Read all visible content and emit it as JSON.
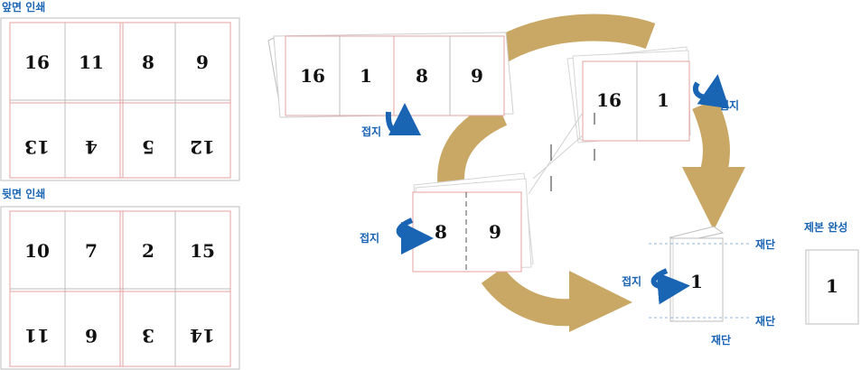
{
  "labels": {
    "front_print": "앞면 인쇄",
    "back_print": "뒷면 인쇄",
    "fold": "접지",
    "cut": "재단",
    "finished": "제본 완성"
  },
  "front_sheet": {
    "top_row": [
      "16",
      "11",
      "8",
      "9"
    ],
    "bottom_row": [
      "13",
      "4",
      "5",
      "12"
    ]
  },
  "back_sheet": {
    "top_row": [
      "10",
      "7",
      "2",
      "15"
    ],
    "bottom_row": [
      "11",
      "6",
      "3",
      "14"
    ]
  },
  "step1_pages": [
    "16",
    "1",
    "8",
    "9"
  ],
  "step2_pages": [
    "16",
    "1"
  ],
  "step3_pages": [
    "8",
    "9"
  ],
  "step4_page": "1",
  "final_page": "1",
  "colors": {
    "arrow": "#c9a866",
    "fold_arrow": "#1a64b4",
    "label": "#1a64b4",
    "trim_line": "#e7a0a0"
  }
}
